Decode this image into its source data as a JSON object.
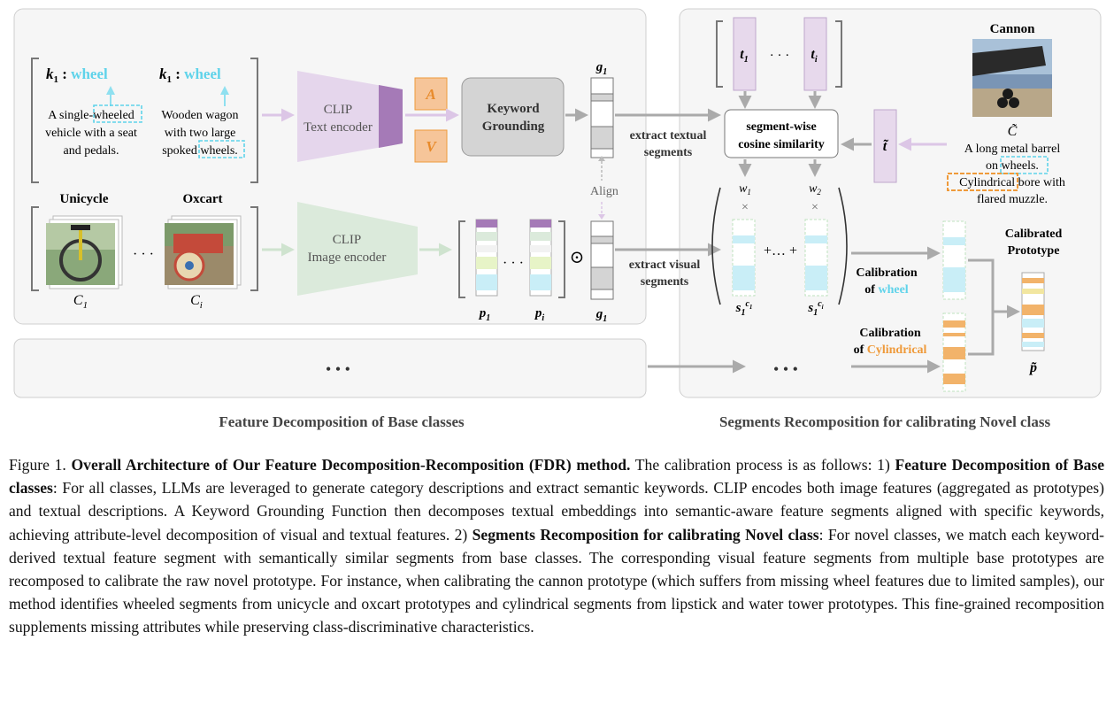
{
  "figure": {
    "left": {
      "kw1_k": "k",
      "kw1_sub": "1",
      "kw1_colon": " : ",
      "kw1_word": "wheel",
      "kw2_k": "k",
      "kw2_sub": "1",
      "kw2_colon": " : ",
      "kw2_word": "wheel",
      "desc1_lines": [
        "A single-wheeled",
        "vehicle with a seat",
        "and pedals."
      ],
      "desc1_pre": "A single-",
      "desc1_hl": "wheeled",
      "desc2_lines": [
        "Wooden wagon",
        "with two large",
        "spoked wheels."
      ],
      "desc2_pre": "spoked ",
      "desc2_hl": "wheels.",
      "text_encoder_line1": "CLIP",
      "text_encoder_line2": "Text encoder",
      "a_label": "A",
      "v_label": "V",
      "grounding_line1": "Keyword",
      "grounding_line2": "Grounding",
      "g_label": "g",
      "g_sub": "1",
      "class1_name": "Unicycle",
      "class2_name": "Oxcart",
      "ellipsis": "· · ·",
      "c1": "C",
      "c1_sub": "1",
      "ci": "C",
      "ci_sub": "i",
      "image_encoder_line1": "CLIP",
      "image_encoder_line2": "Image encoder",
      "p1": "p",
      "p1_sub": "1",
      "pi": "p",
      "pi_sub": "i",
      "odot": "⊙",
      "align": "Align",
      "extract_textual": [
        "extract textual",
        "segments"
      ],
      "extract_visual": [
        "extract visual",
        "segments"
      ],
      "bottom_dots": "• • •",
      "section_title": "Feature Decomposition of Base classes"
    },
    "right": {
      "t1": "t",
      "t1_sub": "1",
      "ti": "t",
      "ti_sub": "i",
      "t_dots": "· · ·",
      "cosine_line1": "segment-wise",
      "cosine_line2": "cosine similarity",
      "t_tilde": "t̃",
      "cannon_title": "Cannon",
      "c_tilde": "C̃",
      "novel_desc_lines": [
        "A long metal barrel",
        "on wheels.",
        "Cylindrical bore with",
        "flared muzzle."
      ],
      "w1": "w",
      "w1_sub": "1",
      "w2": "w",
      "w2_sub": "2",
      "times": "×",
      "plus": "+… +",
      "s1c1": "s",
      "s1_sub": "1",
      "c1_sup": "c",
      "c1_supsub": "1",
      "ci_supsub": "i",
      "calib_wheel_pre": "Calibration",
      "calib_wheel_of": "of ",
      "calib_wheel_word": "wheel",
      "calib_cyl_pre": "Calibration",
      "calib_cyl_of": "of ",
      "calib_cyl_word": "Cylindrical",
      "calibrated_line1": "Calibrated",
      "calibrated_line2": "Prototype",
      "p_tilde": "p̃",
      "bottom_dots": "• • •",
      "section_title": "Segments Recomposition for calibrating Novel class"
    },
    "colors": {
      "cyan": "#5fd3ea",
      "orange": "#ef9a3a",
      "purple": "#9b72b0",
      "lavender": "#e7d9ec",
      "green": "#dbeadb",
      "gray_box": "#d4d4d4"
    }
  },
  "caption": {
    "label": "Figure 1.",
    "title": "Overall Architecture of Our Feature Decomposition-Recomposition (FDR) method.",
    "intro": " The calibration process is as follows:",
    "p1_num": "1) ",
    "p1_head": "Feature Decomposition of Base classes",
    "p1_text": ": For all classes, LLMs are leveraged to generate category descriptions and extract semantic keywords. CLIP encodes both image features (aggregated as prototypes) and textual descriptions. A Keyword Grounding Function then decomposes textual embeddings into semantic-aware feature segments aligned with specific keywords, achieving attribute-level decomposition of visual and textual features. ",
    "p2_num": "2) ",
    "p2_head": "Segments Recomposition for calibrating Novel class",
    "p2_text": ": For novel classes, we match each keyword-derived textual feature segment with semantically similar segments from base classes. The corresponding visual feature segments from multiple base prototypes are recomposed to calibrate the raw novel prototype. For instance, when calibrating the cannon prototype (which suffers from missing wheel features due to limited samples), our method identifies wheeled segments from unicycle and oxcart prototypes and cylindrical segments from lipstick and water tower prototypes. This fine-grained recomposition supplements missing attributes while preserving class-discriminative characteristics."
  }
}
